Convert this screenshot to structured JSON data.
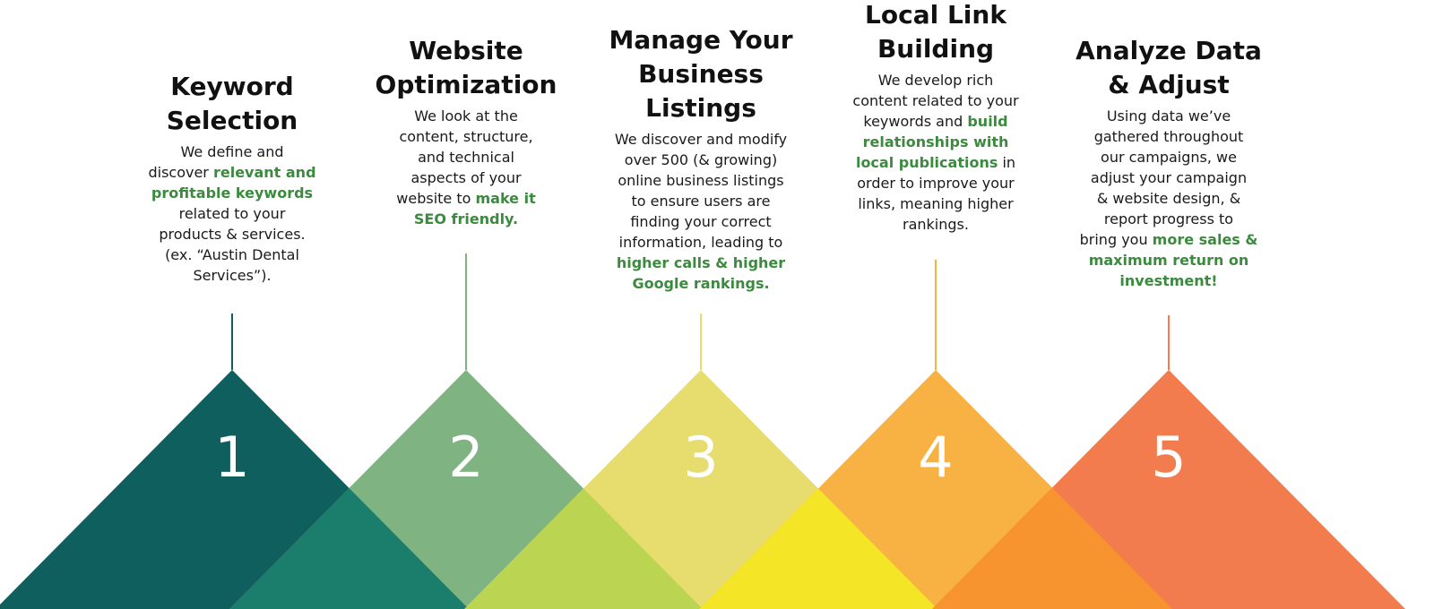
{
  "steps": [
    {
      "number": "1",
      "heading": [
        "Keyword",
        "Selection"
      ],
      "color": "#105f5f",
      "overlap_color": "#1b7d6b",
      "body": [
        [
          {
            "t": "We define and"
          }
        ],
        [
          {
            "t": "discover "
          },
          {
            "t": "relevant and",
            "hl": true
          }
        ],
        [
          {
            "t": "profitable keywords",
            "hl": true
          }
        ],
        [
          {
            "t": "related to your"
          }
        ],
        [
          {
            "t": "products & services."
          }
        ],
        [
          {
            "t": "(ex. “Austin Dental"
          }
        ],
        [
          {
            "t": "Services”)."
          }
        ]
      ]
    },
    {
      "number": "2",
      "heading": [
        "Website",
        "Optimization"
      ],
      "color": "#7fb381",
      "overlap_color": "#bbd452",
      "body": [
        [
          {
            "t": "We look at the"
          }
        ],
        [
          {
            "t": "content, structure,"
          }
        ],
        [
          {
            "t": "and technical"
          }
        ],
        [
          {
            "t": "aspects of your"
          }
        ],
        [
          {
            "t": "website to "
          },
          {
            "t": "make it",
            "hl": true
          }
        ],
        [
          {
            "t": "SEO friendly.",
            "hl": true
          }
        ]
      ]
    },
    {
      "number": "3",
      "heading": [
        "Manage Your",
        "Business",
        "Listings"
      ],
      "color": "#e6dd6e",
      "overlap_color": "#f4e526",
      "body": [
        [
          {
            "t": "We discover and modify"
          }
        ],
        [
          {
            "t": "over 500 (& growing)"
          }
        ],
        [
          {
            "t": "online business listings"
          }
        ],
        [
          {
            "t": "to ensure users are"
          }
        ],
        [
          {
            "t": "finding your correct"
          }
        ],
        [
          {
            "t": "information, leading to"
          }
        ],
        [
          {
            "t": "higher calls & higher",
            "hl": true
          }
        ],
        [
          {
            "t": "Google rankings.",
            "hl": true
          }
        ]
      ]
    },
    {
      "number": "4",
      "heading": [
        "Local Link",
        "Building"
      ],
      "color": "#f8b143",
      "overlap_color": "#f7942f",
      "body": [
        [
          {
            "t": "We develop rich"
          }
        ],
        [
          {
            "t": "content related to your"
          }
        ],
        [
          {
            "t": "keywords and "
          },
          {
            "t": "build",
            "hl": true
          }
        ],
        [
          {
            "t": "relationships with",
            "hl": true
          }
        ],
        [
          {
            "t": "local publications",
            "hl": true
          },
          {
            "t": " in"
          }
        ],
        [
          {
            "t": "order to improve your"
          }
        ],
        [
          {
            "t": "links, meaning higher"
          }
        ],
        [
          {
            "t": "rankings."
          }
        ]
      ]
    },
    {
      "number": "5",
      "heading": [
        "Analyze Data",
        "& Adjust"
      ],
      "color": "#f27c4e",
      "overlap_color": null,
      "body": [
        [
          {
            "t": "Using data we’ve"
          }
        ],
        [
          {
            "t": "gathered throughout"
          }
        ],
        [
          {
            "t": "our campaigns, we"
          }
        ],
        [
          {
            "t": "adjust your campaign"
          }
        ],
        [
          {
            "t": "& website design, &"
          }
        ],
        [
          {
            "t": "report progress to"
          }
        ],
        [
          {
            "t": "bring you "
          },
          {
            "t": "more sales &",
            "hl": true
          }
        ],
        [
          {
            "t": "maximum return on",
            "hl": true
          }
        ],
        [
          {
            "t": "investment!",
            "hl": true
          }
        ]
      ]
    }
  ]
}
